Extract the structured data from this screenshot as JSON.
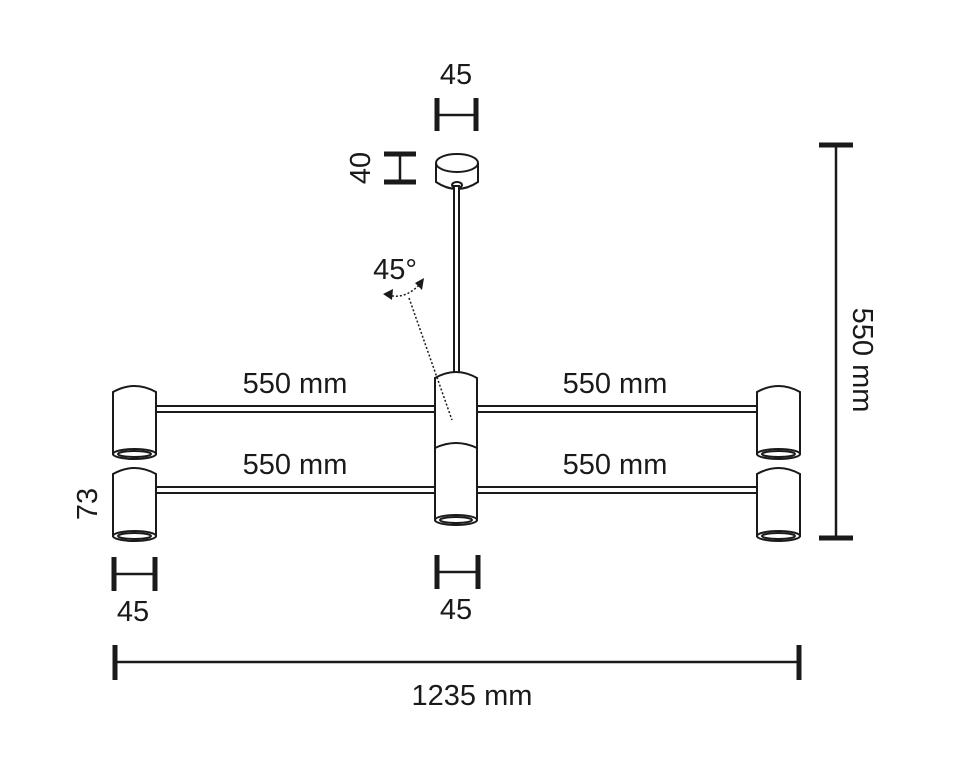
{
  "diagram": {
    "canopy_width": "45",
    "canopy_height": "40",
    "tilt_angle": "45°",
    "arm_upper_left": "550 mm",
    "arm_upper_right": "550 mm",
    "arm_lower_left": "550 mm",
    "arm_lower_right": "550 mm",
    "lamp_height": "73",
    "lamp_width_left": "45",
    "lamp_width_center": "45",
    "total_height": "550 mm",
    "total_width": "1235 mm"
  }
}
